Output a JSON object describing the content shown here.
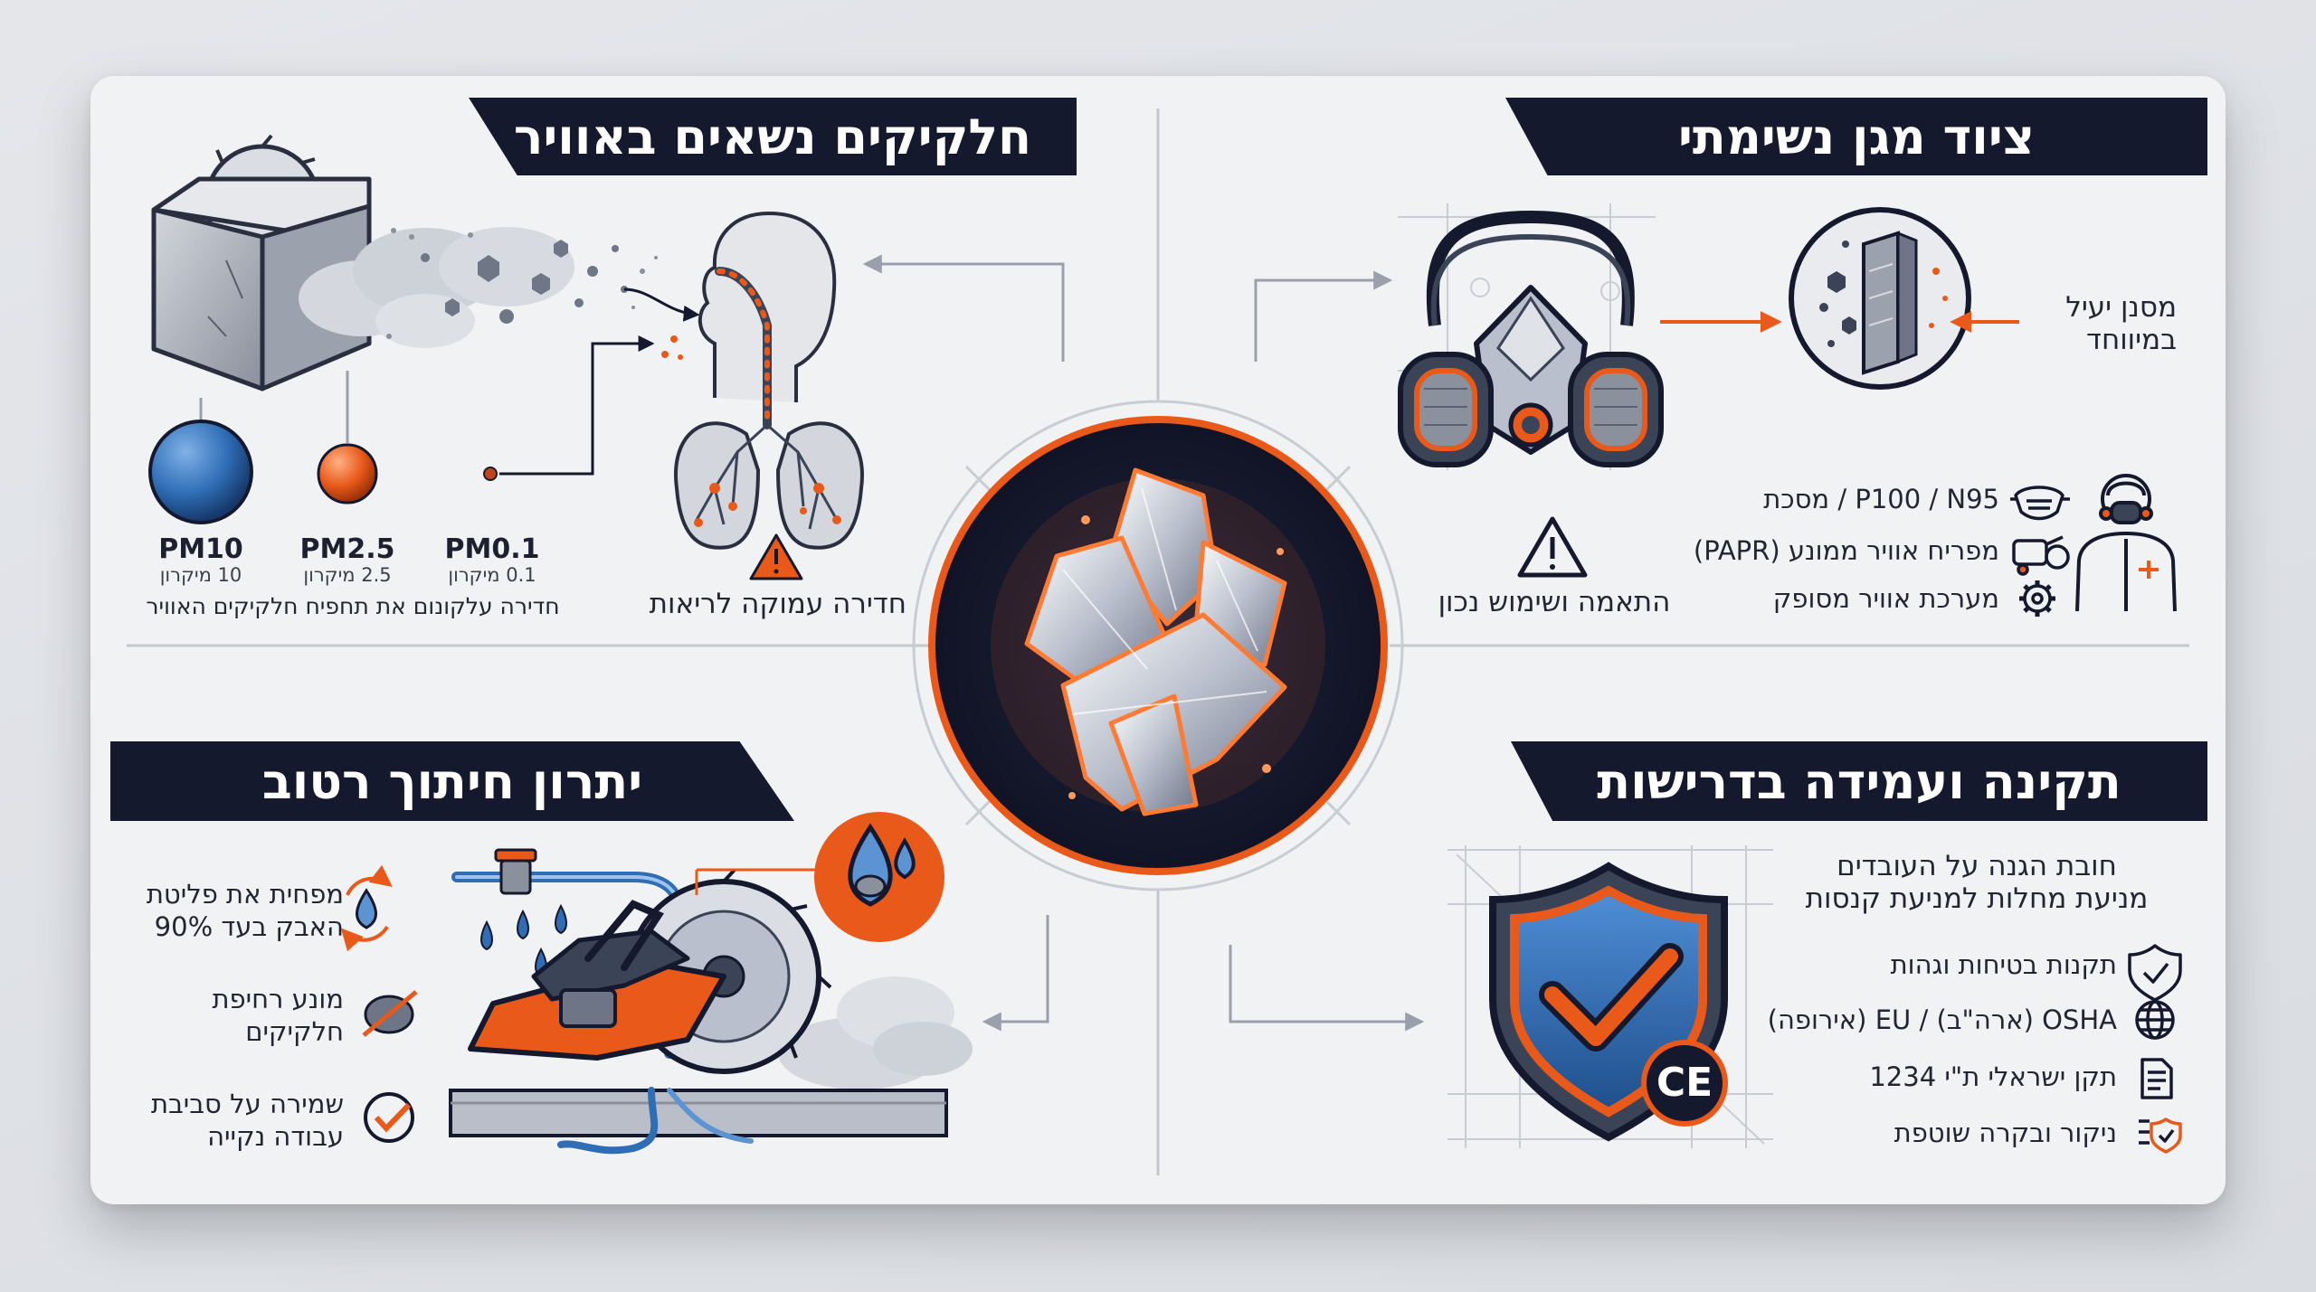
{
  "sections": {
    "top_left": {
      "title": "חלקיקים נשאים באוויר",
      "particles": [
        {
          "name": "PM10",
          "size": "10 מיקרון"
        },
        {
          "name": "PM2.5",
          "size": "2.5 מיקרון"
        },
        {
          "name": "PM0.1",
          "size": "0.1 מיקרון"
        }
      ],
      "particle_caption": "חדירה עלקונום את תחפיח חלקיקים האוויר",
      "lung_caption": "חדירה עמוקה לריאות"
    },
    "top_right": {
      "title": "ציוד מגן נשימתי",
      "filter_label_1": "מסנן יעיל",
      "filter_label_2": "במיווחד",
      "fit_caption": "התאמה ושימוש נכון",
      "equipment": [
        {
          "label": "P100 / N95 / מסכת",
          "icon": "mask-icon"
        },
        {
          "label": "מפריח אוויר ממונע (PAPR)",
          "icon": "papr-icon"
        },
        {
          "label": "מערכת אוויר מסופק",
          "icon": "gear-icon"
        }
      ]
    },
    "bottom_left": {
      "title": "יתרון חיתוך רטוב",
      "benefits": [
        {
          "line1": "מפחית את פליטת",
          "line2": "האבק בעד 90%",
          "icon": "water-drop-cycle-icon"
        },
        {
          "line1": "מונע רחיפת",
          "line2": "חלקיקים",
          "icon": "no-dust-icon"
        },
        {
          "line1": "שמירה על סביבת",
          "line2": "עבודה נקייה",
          "icon": "check-circle-icon"
        }
      ]
    },
    "bottom_right": {
      "title": "תקינה ועמידה בדרישות",
      "duty_line1": "חובת הגנה על העובדים",
      "duty_line2": "מניעת מחלות למניעת קנסות",
      "standards": [
        {
          "label": "תקנות בטיחות וגהות",
          "icon": "shield-outline-icon"
        },
        {
          "label": "OSHA (ארה\"ב) / EU (אירופה)",
          "icon": "globe-icon"
        },
        {
          "label": "תקן ישראלי ת\"י 1234",
          "icon": "document-icon"
        },
        {
          "label": "ניקור ובקרה שוטפת",
          "icon": "checklist-icon"
        }
      ],
      "badge": "CE"
    }
  },
  "colors": {
    "navy": "#15192e",
    "orange": "#e8591a",
    "blue": "#2f6db5",
    "steel": "#3b4357",
    "line": "#b9bec8"
  }
}
